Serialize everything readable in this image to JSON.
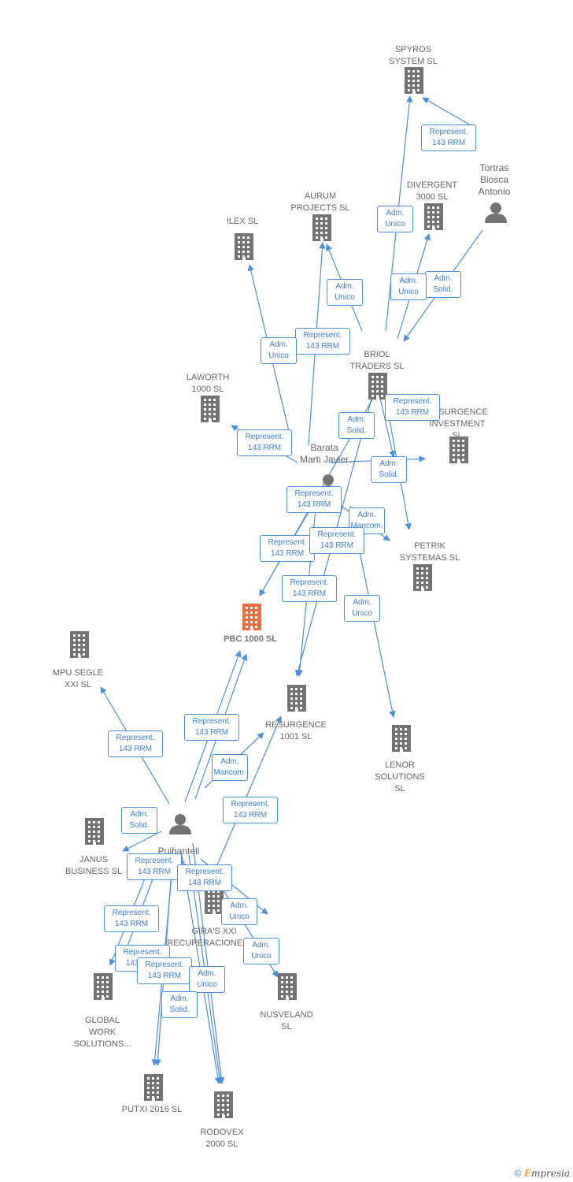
{
  "graph": {
    "colors": {
      "building": "#737373",
      "main": "#f26b3d",
      "person": "#737373",
      "edge": "#4a8fdc",
      "label_text": "#3d7fd0"
    },
    "companies": [
      {
        "id": "spyros",
        "label": "SPYROS\nSYSTEM SL"
      },
      {
        "id": "divergent",
        "label": "DIVERGENT\n3000  SL"
      },
      {
        "id": "aurum",
        "label": "AURUM\nPROJECTS SL"
      },
      {
        "id": "ilex",
        "label": "ILEX SL"
      },
      {
        "id": "briol",
        "label": "BRIOL\nTRADERS SL"
      },
      {
        "id": "laworth",
        "label": "LAWORTH\n1000 SL"
      },
      {
        "id": "resinv",
        "label": "RESURGENCE\nINVESTMENT\nSL"
      },
      {
        "id": "petrik",
        "label": "PETRIK\nSYSTEMAS SL"
      },
      {
        "id": "pbc",
        "label": "PBC 1000  SL",
        "main": true
      },
      {
        "id": "mpu",
        "label": "MPU SEGLE\nXXI SL"
      },
      {
        "id": "res1001",
        "label": "RESURGENCE\n1001  SL"
      },
      {
        "id": "lenor",
        "label": "LENOR\nSOLUTIONS\nSL"
      },
      {
        "id": "janus",
        "label": "JANUS\nBUSINESS SL"
      },
      {
        "id": "gira",
        "label": "GIRA'S XXI\nRECUPERACIONES SL"
      },
      {
        "id": "global",
        "label": "GLOBAL\nWORK\nSOLUTIONS..."
      },
      {
        "id": "nusveland",
        "label": "NUSVELAND\nSL"
      },
      {
        "id": "putxi",
        "label": "PUTXI 2016  SL"
      },
      {
        "id": "rodovex",
        "label": "RODOVEX\n2000 SL"
      }
    ],
    "persons": [
      {
        "id": "tortras",
        "label": "Tortras\nBiosca\nAntonio"
      },
      {
        "id": "barata",
        "label": "Barata\nMarti Javier"
      },
      {
        "id": "puigantell",
        "label": "Puigantell\nlles\na"
      }
    ],
    "edge_labels": [
      {
        "id": "e1",
        "text": "Represent.\n143 RRM"
      },
      {
        "id": "e2",
        "text": "Adm.\nUnico"
      },
      {
        "id": "e3",
        "text": "Adm.\nUnico"
      },
      {
        "id": "e4",
        "text": "Adm.\nSolid."
      },
      {
        "id": "e5",
        "text": "Adm.\nUnico"
      },
      {
        "id": "e6",
        "text": "Adm.\nUnico"
      },
      {
        "id": "e7",
        "text": "Represent.\n143 RRM"
      },
      {
        "id": "e8",
        "text": "Adm.\nUnico"
      },
      {
        "id": "e9",
        "text": "Adm.\nSolid."
      },
      {
        "id": "e10",
        "text": "Represent.\n143 RRM"
      },
      {
        "id": "e11",
        "text": "Represent.\n143 RRM"
      },
      {
        "id": "e12",
        "text": "Adm.\nSolid."
      },
      {
        "id": "e13",
        "text": "Represent.\n143 RRM"
      },
      {
        "id": "e14",
        "text": "Adm.\nMancom."
      },
      {
        "id": "e15",
        "text": "Represent.\n143 RRM"
      },
      {
        "id": "e16",
        "text": "Represent.\n143 RRM"
      },
      {
        "id": "e17",
        "text": "Represent.\n143 RRM"
      },
      {
        "id": "e18",
        "text": "Adm.\nUnico"
      },
      {
        "id": "e19",
        "text": "Represent.\n143 RRM"
      },
      {
        "id": "e20",
        "text": "Represent.\n143 RRM"
      },
      {
        "id": "e21",
        "text": "Adm.\nSolid."
      },
      {
        "id": "e22",
        "text": "Adm.\nMancom."
      },
      {
        "id": "e23",
        "text": "Represent.\n143 RRM"
      },
      {
        "id": "e24",
        "text": "Adm.\nSolid."
      },
      {
        "id": "e25",
        "text": "Represent.\n143 RRM"
      },
      {
        "id": "e26",
        "text": "Represent.\n143 RRM"
      },
      {
        "id": "e27",
        "text": "Represent.\n143 RRM"
      },
      {
        "id": "e28",
        "text": "Adm.\nUnico"
      },
      {
        "id": "e29",
        "text": "Adm.\nUnico"
      },
      {
        "id": "e30",
        "text": "Represent.\n143 RRM"
      },
      {
        "id": "e31",
        "text": "Represent.\n143 RRM"
      },
      {
        "id": "e32",
        "text": "Adm.\nUnico"
      },
      {
        "id": "e33",
        "text": "Adm.\nSolid."
      }
    ]
  },
  "footer": {
    "copyright_symbol": "©",
    "brand_initial": "E",
    "brand_rest": "mpresia"
  }
}
